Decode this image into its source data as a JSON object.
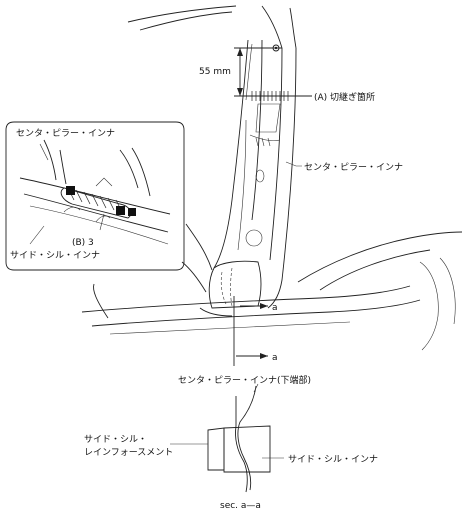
{
  "labels": {
    "dimension": "55 mm",
    "cut_location": "(A) 切継ぎ箇所",
    "center_pillar_inner_main": "センタ・ピラー・インナ",
    "center_pillar_inner_detail": "センタ・ピラー・インナ",
    "callout_b": "(B) 3",
    "side_sill_inner_detail": "サイド・シル・インナ",
    "section_marker_a1": "a",
    "section_marker_a2": "a",
    "center_pillar_inner_lower": "センタ・ピラー・インナ(下端部)",
    "side_sill_reinforcement_line1": "サイド・シル・",
    "side_sill_reinforcement_line2": "レインフォースメント",
    "side_sill_inner_section": "サイド・シル・インナ",
    "section_caption": "sec. a—a"
  }
}
